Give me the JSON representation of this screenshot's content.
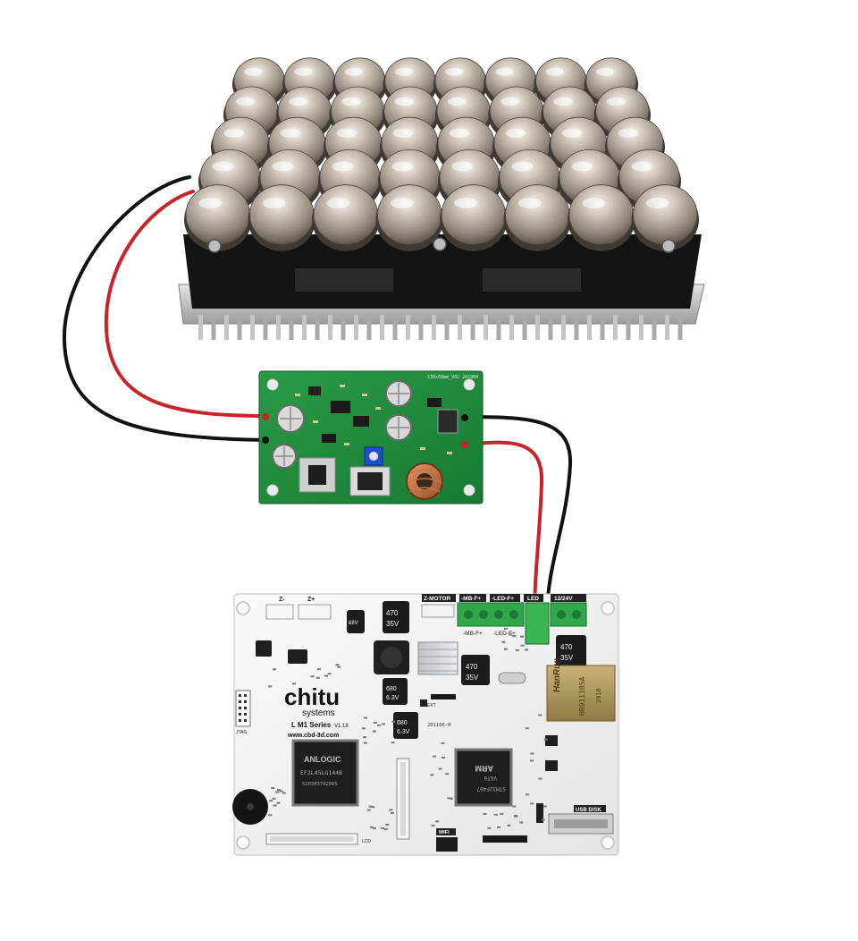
{
  "driver_board": {
    "code": "130x68mm_V02 201904"
  },
  "mainboard": {
    "brand_line1": "chitu",
    "brand_line2": "systems",
    "series": "L M1 Series",
    "version": "V1.18",
    "website": "www.cbd-3d.com",
    "date_code": "201106-H",
    "connectors": {
      "z_motor": "Z-MOTOR",
      "mb_fan": "-MB-F+",
      "led_fan_top": "-LED-F+",
      "led": "LED",
      "power": "12/24V",
      "mb_fan_bottom": "-MB-F+",
      "led_fan_bottom": "-LED-F+",
      "z_minus": "Z-",
      "z_plus": "Z+",
      "jtag": "JTAG",
      "ext": "EXT",
      "wifi": "WIFI",
      "usb_disk": "USB DISK",
      "lcd": "LCD"
    },
    "chips": {
      "fpga_brand": "ANLOGIC",
      "fpga_part": "EF2L45LG144B",
      "fpga_lot": "520303742005",
      "mcu_brand": "ARM",
      "mcu_part": "STM32F407",
      "mcu_sub": "VGT6",
      "eth_brand": "HanRun",
      "eth_part": "HR911105A",
      "eth_date": "2016"
    },
    "caps": {
      "cap_470_a": "470",
      "cap_35v_a": "35V",
      "cap_470_b": "470",
      "cap_35v_b": "35V",
      "cap_470_c": "470",
      "cap_35v_c": "35V",
      "cap_680_a": "680",
      "cap_63v_a": "6.3V",
      "cap_680_b": "680",
      "cap_63v_b": "6.3V",
      "cap_68_v": "68V"
    }
  },
  "colors": {
    "wire_red": "#c8232b",
    "wire_black": "#111111",
    "driver_pcb": "#1f8a3c",
    "mainboard_pcb": "#f1f1f1",
    "terminal_green": "#2fa84a"
  }
}
